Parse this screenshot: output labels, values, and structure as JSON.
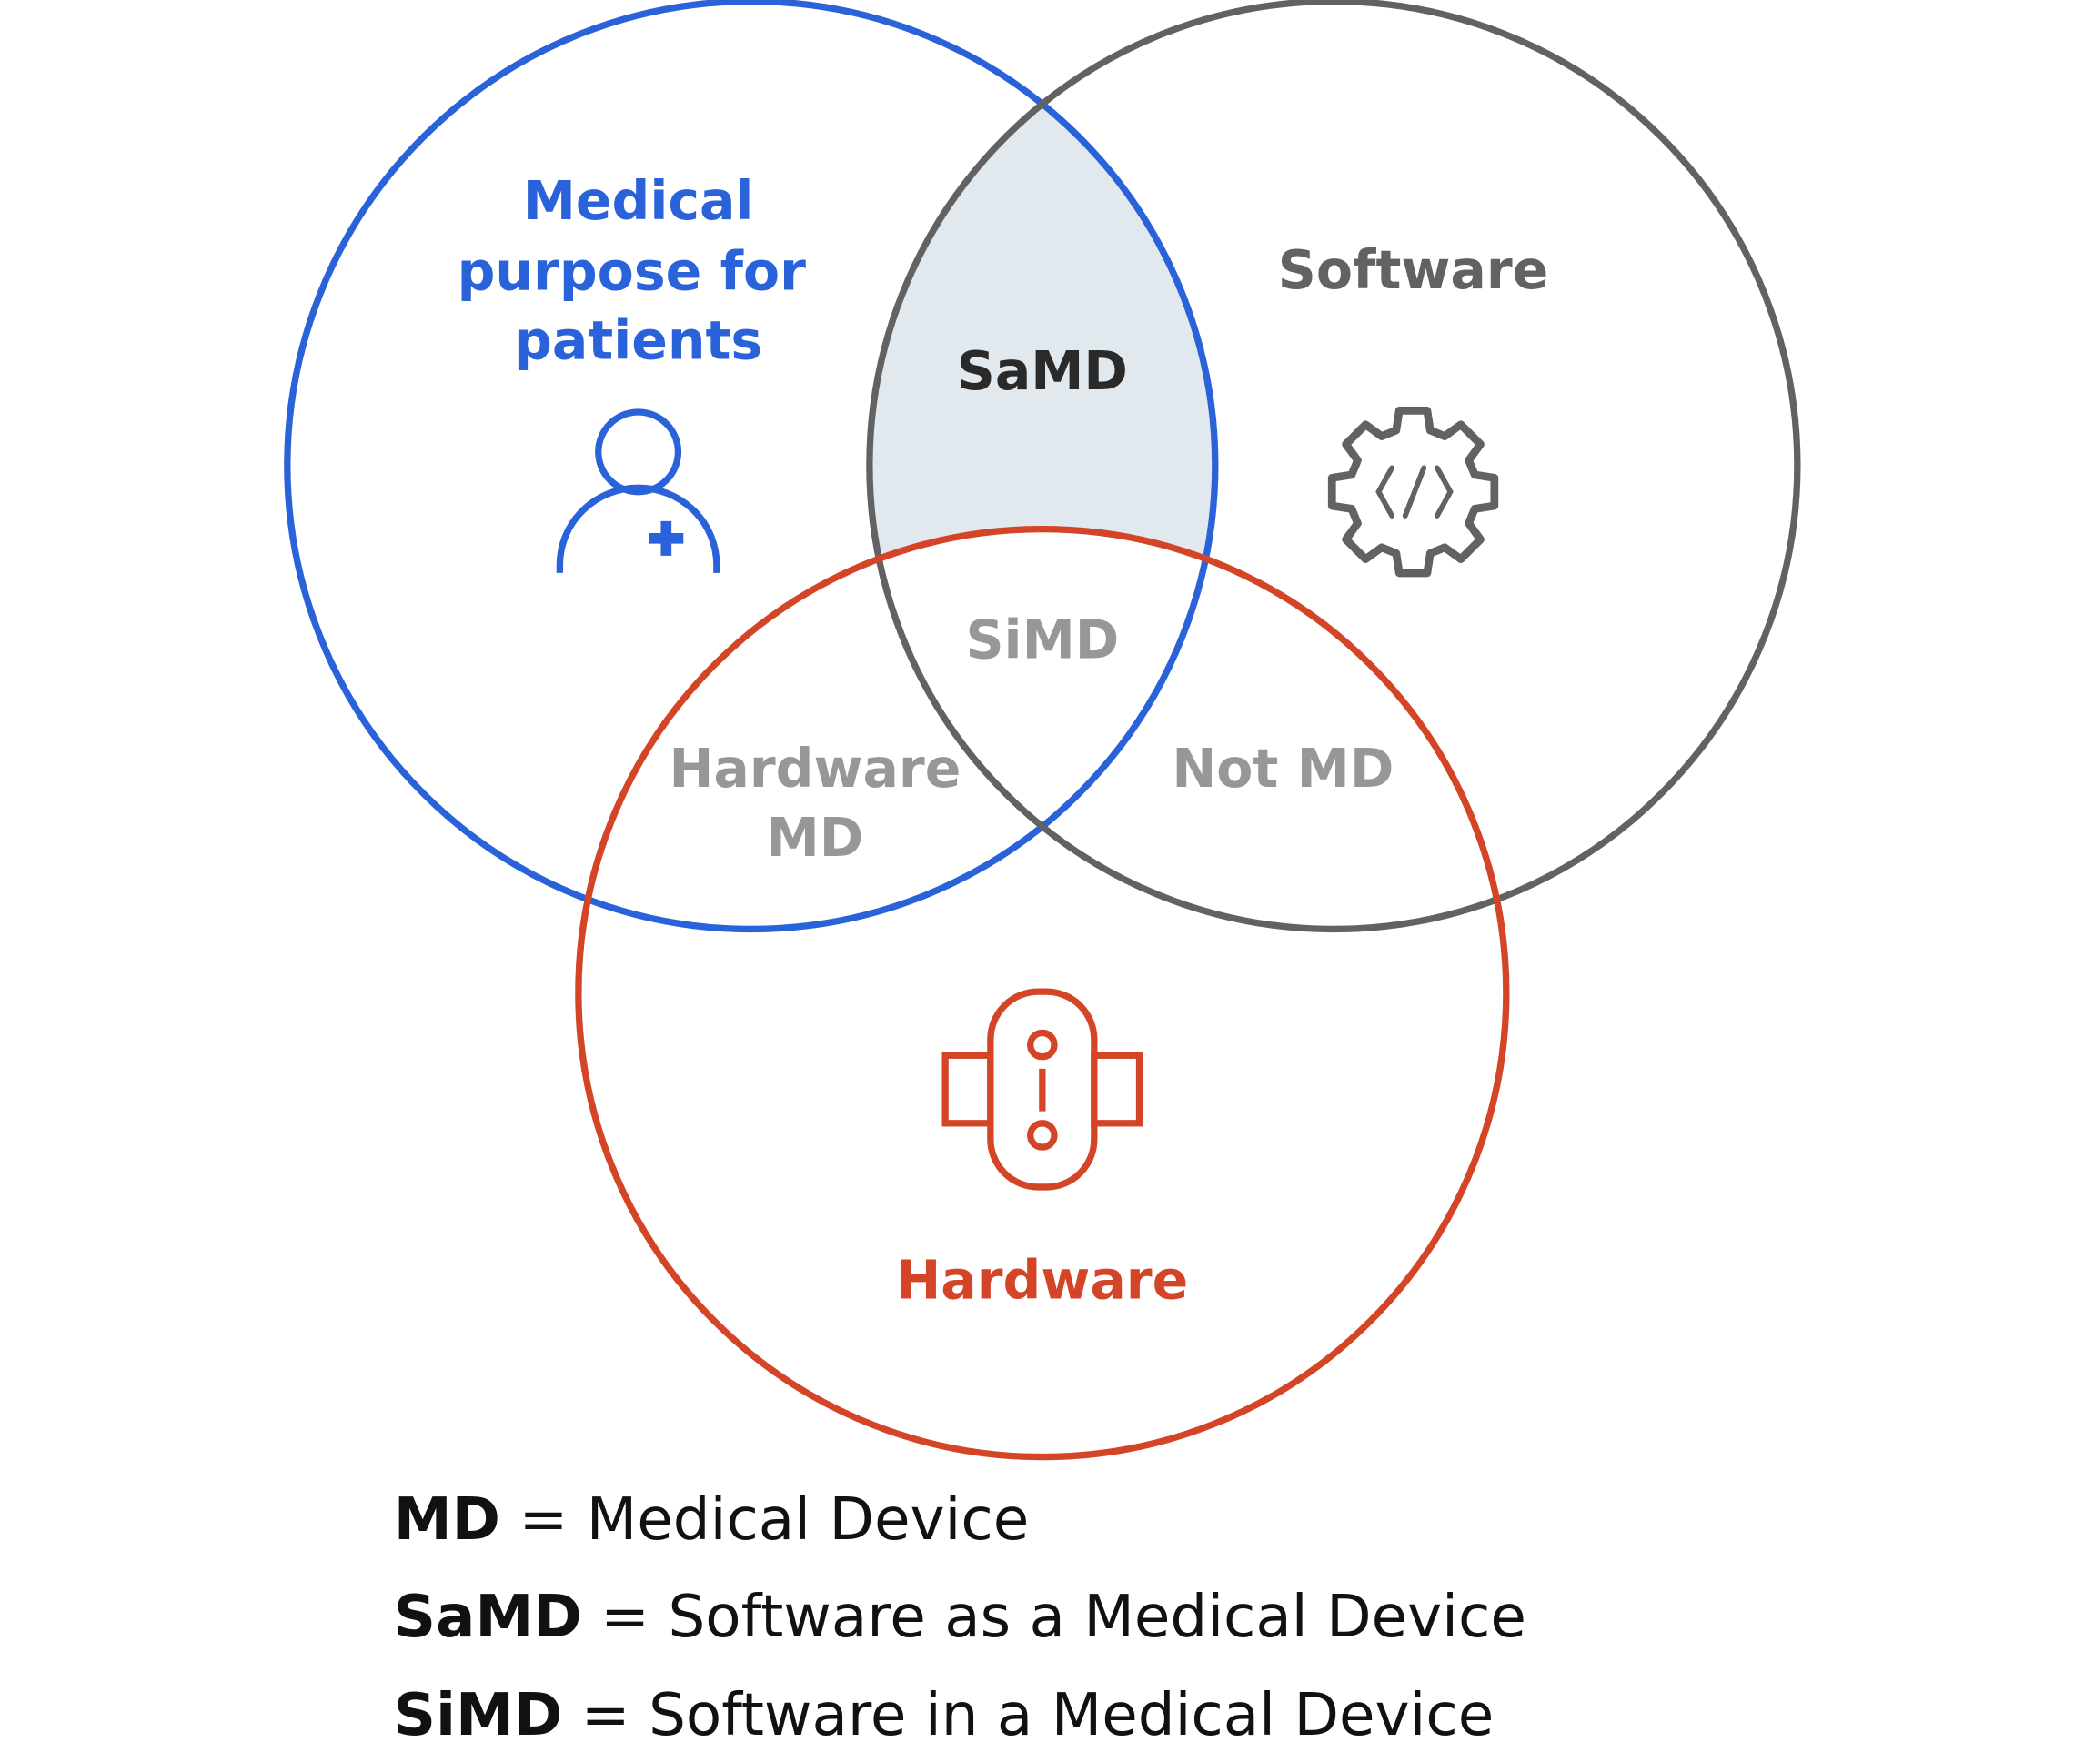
{
  "colors": {
    "medical": "#2962d9",
    "software": "#626262",
    "hardware": "#d34526",
    "samd_fill": "#e1e8ee",
    "overlap_text": "#979797",
    "samd_text": "#2a2a2a"
  },
  "circles": {
    "medical": {
      "label_lines": [
        "Medical",
        "purpose for",
        "patients"
      ],
      "icon": "patient-plus-icon"
    },
    "software": {
      "label": "Software",
      "icon": "gear-code-icon"
    },
    "hardware": {
      "label": "Hardware",
      "icon": "wearable-device-icon"
    }
  },
  "regions": {
    "samd": "SaMD",
    "simd": "SiMD",
    "hardware_md_lines": [
      "Hardware",
      "MD"
    ],
    "not_md": "Not MD"
  },
  "legend": [
    {
      "abbr": "MD",
      "def": " = Medical Device"
    },
    {
      "abbr": "SaMD",
      "def": " = Software as a Medical Device"
    },
    {
      "abbr": "SiMD",
      "def": " = Software in a Medical Device"
    }
  ]
}
